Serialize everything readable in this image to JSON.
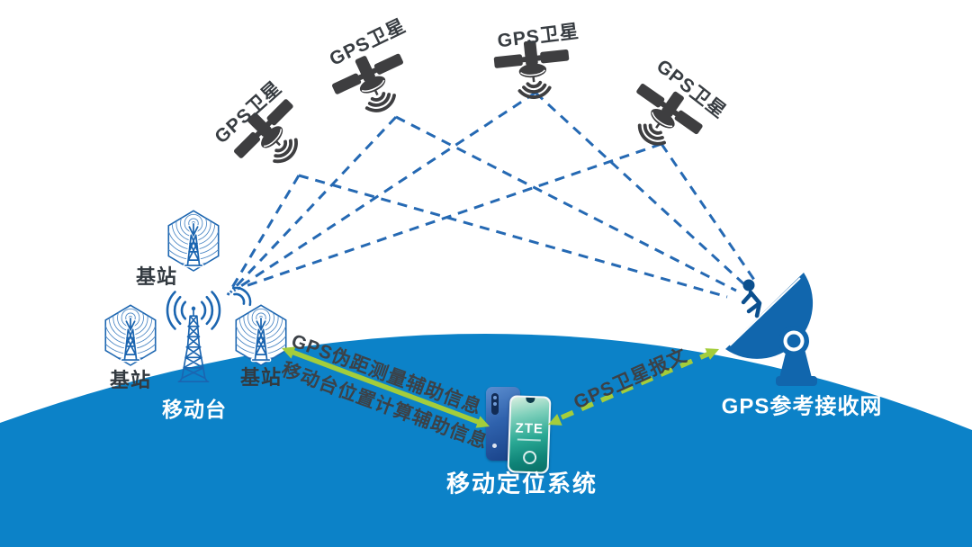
{
  "colors": {
    "earth_blue": "#0c82c8",
    "dish_blue": "#1166ad",
    "icon_blue": "#1b65b0",
    "dashed_line_blue": "#2569b3",
    "satellite_dark": "#3e3e40",
    "arrow_green": "#a4cd3b",
    "label_dark": "#383d42",
    "label_white": "#ffffff"
  },
  "satellites": [
    {
      "label": "GPS卫星"
    },
    {
      "label": "GPS卫星"
    },
    {
      "label": "GPS卫星"
    },
    {
      "label": "GPS卫星"
    }
  ],
  "base_stations": [
    {
      "label": "基站"
    },
    {
      "label": "基站"
    },
    {
      "label": "基站"
    }
  ],
  "mobile_station": {
    "label": "移动台"
  },
  "phone": {
    "brand": "ZTE",
    "label": "移动定位系统"
  },
  "reference_network": {
    "label": "GPS参考接收网"
  },
  "links": {
    "assist_info_line1": "GPS伪距测量辅助信息",
    "assist_info_line2": "移动台位置计算辅助信息",
    "satellite_message": "GPS卫星报文"
  }
}
